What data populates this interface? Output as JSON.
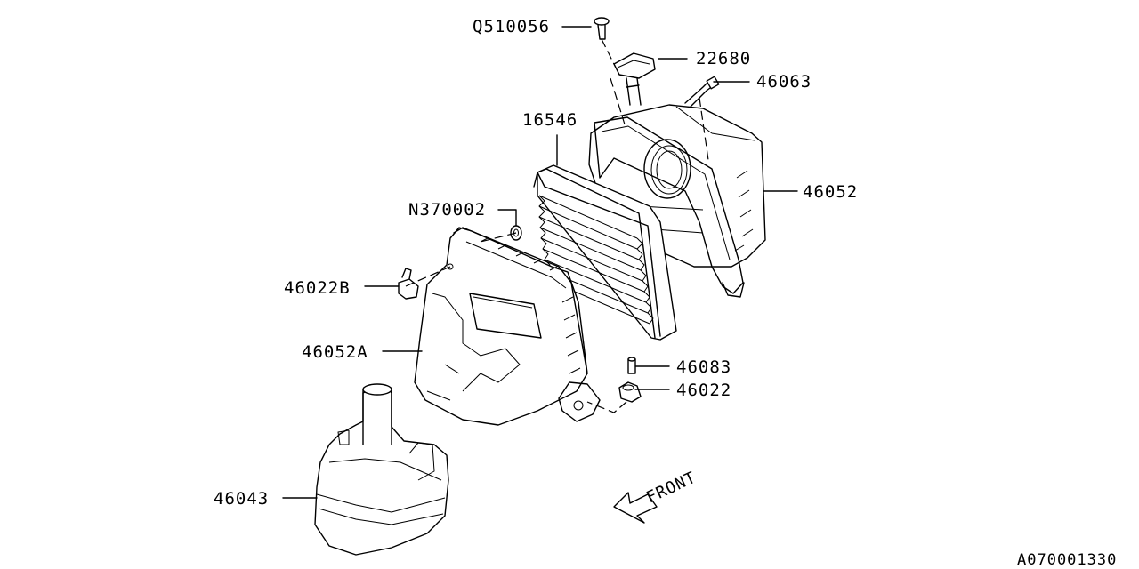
{
  "labels": {
    "q510056": "Q510056",
    "p22680": "22680",
    "p46063": "46063",
    "p16546": "16546",
    "p46052": "46052",
    "n370002": "N370002",
    "p46022b": "46022B",
    "p46052a": "46052A",
    "p46083": "46083",
    "p46022": "46022",
    "p46043": "46043"
  },
  "front_label": "FRONT",
  "diagram_id": "A070001330"
}
